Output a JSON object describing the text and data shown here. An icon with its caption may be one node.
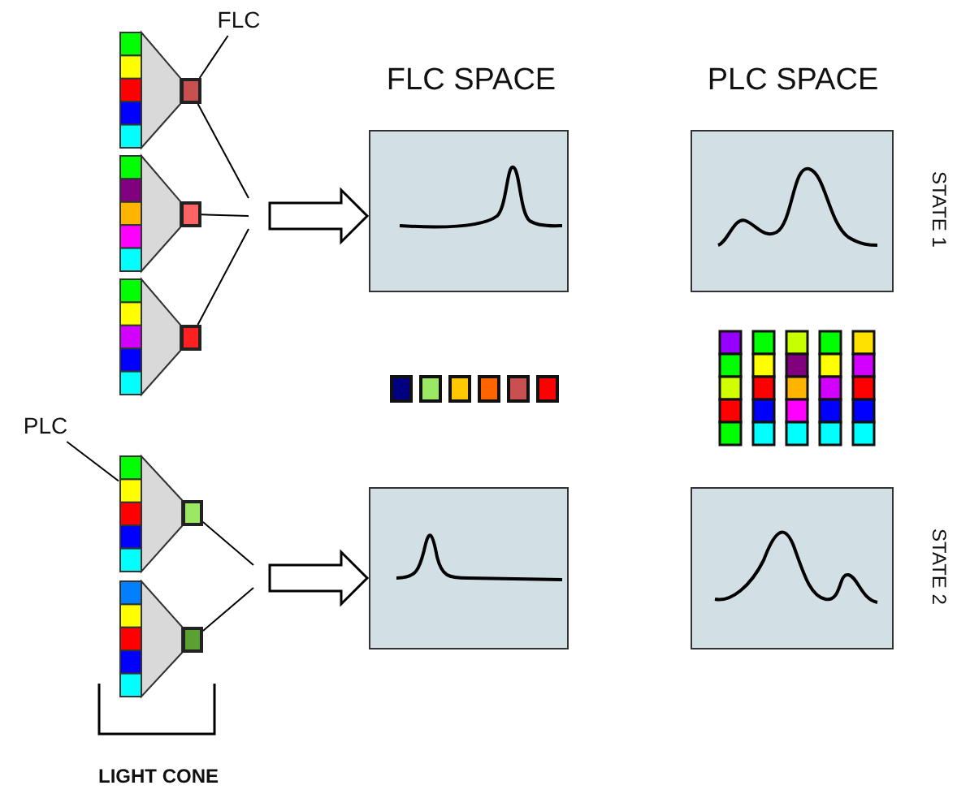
{
  "diagram": {
    "nodes": [
      {
        "text": [
          "FLC"
        ]
      },
      {
        "text": [],
        "shape": "box"
      },
      {
        "text": [],
        "shape": "box"
      },
      {
        "text": [],
        "shape": "box"
      },
      {
        "text": [
          "PLC"
        ]
      },
      {
        "text": [],
        "shape": "box"
      },
      {
        "text": [],
        "shape": "box"
      },
      {
        "text": [],
        "shape": "box"
      },
      {
        "text": [],
        "shape": "box"
      },
      {
        "text": [],
        "shape": "box"
      },
      {
        "text": [],
        "shape": "box"
      },
      {
        "text": [],
        "shape": "bar"
      }
    ],
    "edges": [
      {
        "from": 0,
        "to": 1,
        "arrow": "none"
      },
      {
        "from": 1,
        "to": null,
        "arrow": "none"
      },
      {
        "from": 2,
        "to": null,
        "arrow": "none"
      },
      {
        "from": 3,
        "to": null,
        "arrow": "none"
      },
      {
        "from": null,
        "to": 7,
        "arrow": "to",
        "style": "thick"
      },
      {
        "from": 4,
        "to": 11,
        "arrow": "none"
      },
      {
        "from": 5,
        "to": null,
        "arrow": "none"
      },
      {
        "from": 6,
        "to": null,
        "arrow": "none"
      },
      {
        "from": null,
        "to": 9,
        "arrow": "to",
        "style": "thick"
      }
    ],
    "labels": [
      "FLC SPACE",
      "PLC SPACE",
      "STATE 1",
      "STATE 2",
      "LIGHT CONE"
    ]
  }
}
